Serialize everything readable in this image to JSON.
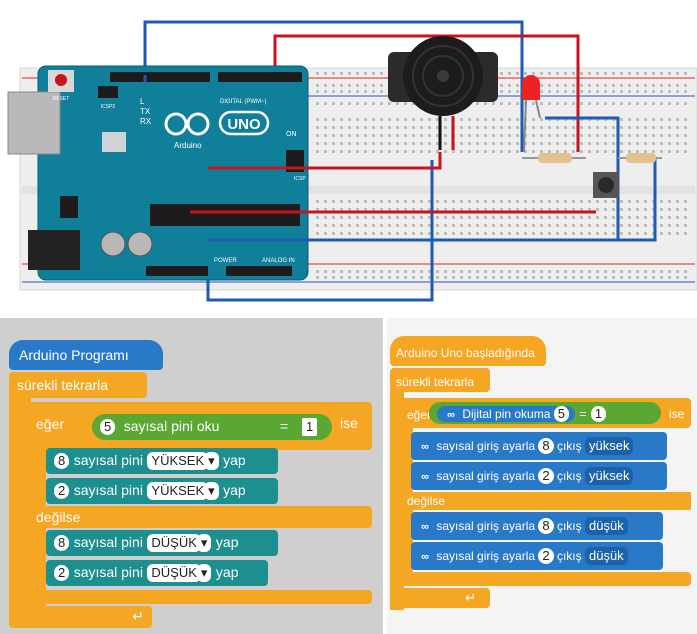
{
  "left_program": {
    "hat": "Arduino Programı",
    "forever": "sürekli tekrarla",
    "if_label": "eğer",
    "condition": {
      "pin": "5",
      "read_label": "sayısal pini oku",
      "op": "=",
      "value": "1"
    },
    "then_label": "ise",
    "if_statements": [
      {
        "pin": "8",
        "label": "sayısal pini",
        "state": "YÜKSEK",
        "suffix": "yap"
      },
      {
        "pin": "2",
        "label": "sayısal pini",
        "state": "YÜKSEK",
        "suffix": "yap"
      }
    ],
    "else_label": "değilse",
    "else_statements": [
      {
        "pin": "8",
        "label": "sayısal pini",
        "state": "DÜŞÜK",
        "suffix": "yap"
      },
      {
        "pin": "2",
        "label": "sayısal pini",
        "state": "DÜŞÜK",
        "suffix": "yap"
      }
    ],
    "loop_arrow": "↵"
  },
  "right_program": {
    "hat": "Arduino Uno başladığında",
    "forever": "sürekli tekrarla",
    "if_label": "eğer",
    "condition": {
      "read_label": "Dijital pin okuma",
      "pin": "5",
      "op": "=",
      "value": "1"
    },
    "then_label": "ise",
    "if_statements": [
      {
        "label": "sayısal giriş ayarla",
        "pin": "8",
        "output_label": "çıkış",
        "state": "yüksek"
      },
      {
        "label": "sayısal giriş ayarla",
        "pin": "2",
        "output_label": "çıkış",
        "state": "yüksek"
      }
    ],
    "else_label": "değilse",
    "else_statements": [
      {
        "label": "sayısal giriş ayarla",
        "pin": "8",
        "output_label": "çıkış",
        "state": "düşük"
      },
      {
        "label": "sayısal giriş ayarla",
        "pin": "2",
        "output_label": "çıkış",
        "state": "düşük"
      }
    ],
    "loop_arrow": "↵"
  },
  "board": {
    "brand_text": "UNO",
    "sub_text": "Arduino",
    "reset_label": "RESET",
    "icsp_label": "ICSP2",
    "tx_label": "TX",
    "rx_label": "RX",
    "l_label": "L",
    "on_label": "ON",
    "digital_label": "DIGITAL (PWM~)",
    "power_label": "POWER",
    "analog_label": "ANALOG IN",
    "icsp1_label": "ICSP"
  },
  "colors": {
    "board": "#0f7f9a",
    "wire_red": "#c8141e",
    "wire_blue": "#1e5ab4",
    "block_blue": "#2979c9",
    "block_orange": "#f5a623",
    "block_green": "#5aa832",
    "block_teal": "#1d8f8f"
  }
}
